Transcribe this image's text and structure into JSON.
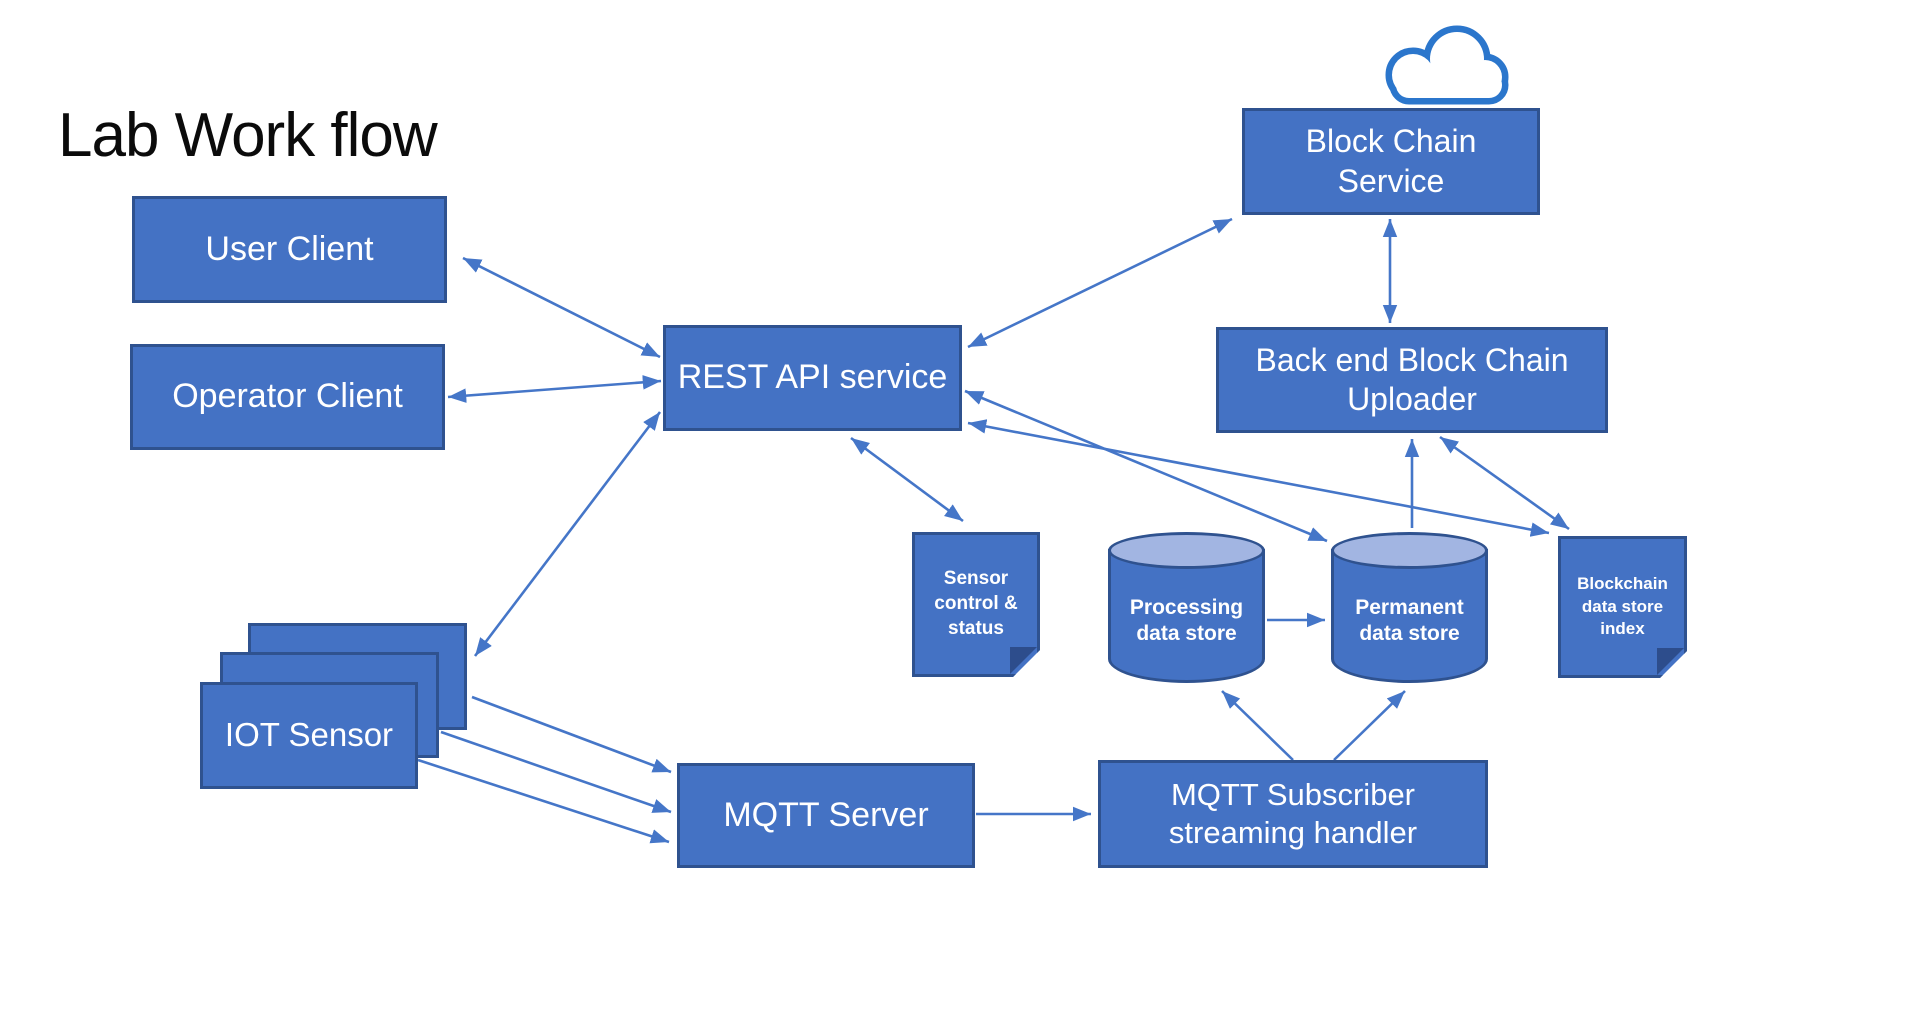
{
  "title": "Lab Work flow",
  "colors": {
    "node_fill": "#4472C4",
    "node_border": "#2F528F",
    "arrow": "#4576C8",
    "cylinder_top": "#A2B5E2",
    "note_fold": "#2D4D8C",
    "cloud_stroke": "#2B76CC",
    "text": "#FFFFFF",
    "title_text": "#0B0B0B"
  },
  "icons": {
    "cloud": "cloud-icon"
  },
  "nodes": {
    "user_client": {
      "label": "User Client",
      "shape": "rect"
    },
    "operator_client": {
      "label": "Operator Client",
      "shape": "rect"
    },
    "rest_api": {
      "label": "REST API service",
      "shape": "rect"
    },
    "blockchain_service": {
      "label": "Block Chain Service",
      "shape": "rect"
    },
    "backend_uploader": {
      "label": "Back end Block Chain Uploader",
      "shape": "rect"
    },
    "iot_sensor": {
      "label": "IOT Sensor",
      "shape": "stacked-rect"
    },
    "mqtt_server": {
      "label": "MQTT Server",
      "shape": "rect"
    },
    "mqtt_subscriber": {
      "label": "MQTT Subscriber streaming handler",
      "shape": "rect"
    },
    "processing_store": {
      "label": "Processing data store",
      "shape": "cylinder"
    },
    "permanent_store": {
      "label": "Permanent data store",
      "shape": "cylinder"
    },
    "sensor_note": {
      "label": "Sensor control & status",
      "shape": "folded-note"
    },
    "index_note": {
      "label": "Blockchain data store index",
      "shape": "folded-note"
    }
  },
  "edges": [
    {
      "from": "user_client",
      "to": "rest_api",
      "bidirectional": true
    },
    {
      "from": "operator_client",
      "to": "rest_api",
      "bidirectional": true
    },
    {
      "from": "rest_api",
      "to": "blockchain_service",
      "bidirectional": true
    },
    {
      "from": "blockchain_service",
      "to": "backend_uploader",
      "bidirectional": true
    },
    {
      "from": "rest_api",
      "to": "iot_sensor",
      "bidirectional": true
    },
    {
      "from": "rest_api",
      "to": "sensor_note",
      "bidirectional": true
    },
    {
      "from": "rest_api",
      "to": "permanent_store",
      "bidirectional": true
    },
    {
      "from": "rest_api",
      "to": "index_note",
      "bidirectional": true
    },
    {
      "from": "backend_uploader",
      "to": "index_note",
      "bidirectional": true
    },
    {
      "from": "permanent_store",
      "to": "backend_uploader",
      "bidirectional": false
    },
    {
      "from": "processing_store",
      "to": "permanent_store",
      "bidirectional": false
    },
    {
      "from": "iot_sensor",
      "to": "mqtt_server",
      "bidirectional": false
    },
    {
      "from": "iot_sensor",
      "to": "mqtt_server",
      "bidirectional": false
    },
    {
      "from": "iot_sensor",
      "to": "mqtt_server",
      "bidirectional": false
    },
    {
      "from": "mqtt_server",
      "to": "mqtt_subscriber",
      "bidirectional": false
    },
    {
      "from": "mqtt_subscriber",
      "to": "processing_store",
      "bidirectional": false
    },
    {
      "from": "mqtt_subscriber",
      "to": "permanent_store",
      "bidirectional": false
    }
  ]
}
